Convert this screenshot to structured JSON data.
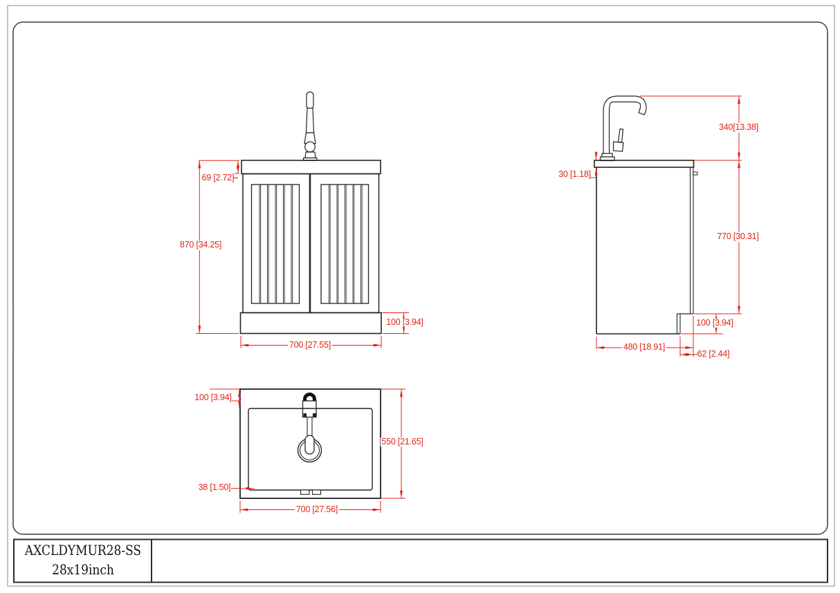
{
  "title_block": {
    "model_number": "AXCLDYMUR28-SS",
    "size": "28x19inch"
  },
  "views": {
    "front": {
      "dims": {
        "counter_height": "69 [2.72]",
        "total_height": "870 [34.25]",
        "base_height": "100 [3.94]",
        "width": "700 [27.55]"
      }
    },
    "side": {
      "dims": {
        "faucet_height": "340[13.38]",
        "counter_thickness": "30 [1.18]",
        "body_height": "770 [30.31]",
        "base_height": "100 [3.94]",
        "depth": "480 [18.91]",
        "base_recess": "62 [2.44]"
      }
    },
    "top": {
      "dims": {
        "back_inset": "100 [3.94]",
        "depth": "550 [21.65]",
        "side_inset": "38 [1.50]",
        "width": "700 [27.56]"
      }
    }
  },
  "colors": {
    "dimension_red": "#e02417",
    "line_black": "#222222",
    "frame_gray": "#9a9a9a"
  }
}
